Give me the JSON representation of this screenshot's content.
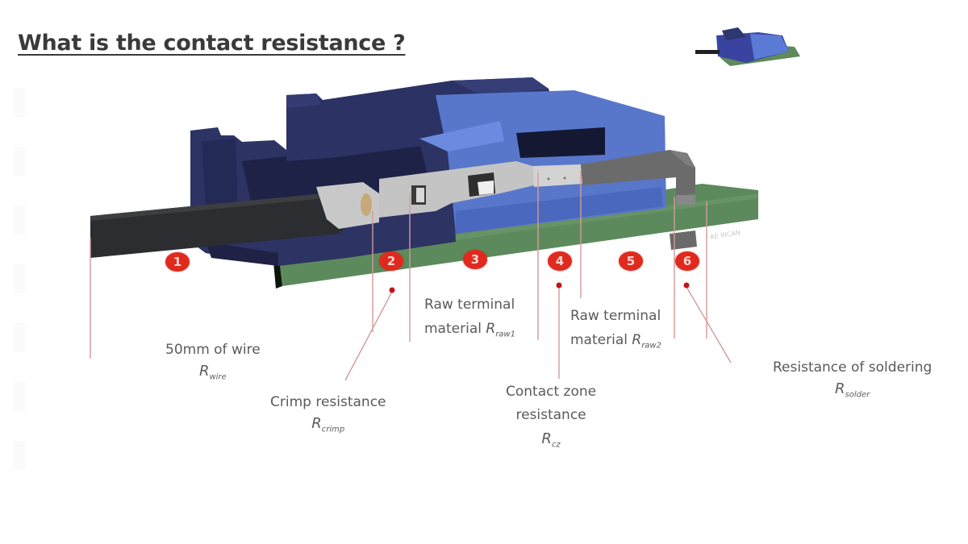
{
  "slide": {
    "title": "What is the contact resistance ?"
  },
  "diagram": {
    "subject": "wire-to-board connector cutaway",
    "colors": {
      "housing_dark": "#2e3566",
      "housing_light": "#5b79cf",
      "pcb_green": "#5d8a5c",
      "wire": "#2e2f31",
      "terminal": "#c9c9c9",
      "pin": "#6b6b6b",
      "badge_red": "#e02a1e",
      "leader_line": "#d9a0a0"
    },
    "badges": [
      {
        "number": "1"
      },
      {
        "number": "2"
      },
      {
        "number": "3"
      },
      {
        "number": "4"
      },
      {
        "number": "5"
      },
      {
        "number": "6"
      }
    ],
    "labels": [
      {
        "id": "wire",
        "text": "50mm of wire",
        "symbol_base": "R",
        "symbol_sub": "wire"
      },
      {
        "id": "crimp",
        "text": "Crimp resistance",
        "symbol_base": "R",
        "symbol_sub": "crimp"
      },
      {
        "id": "raw1",
        "line1": "Raw terminal",
        "line2_prefix": "material",
        "symbol_base": "R",
        "symbol_sub": "raw1"
      },
      {
        "id": "contact",
        "line1": "Contact zone",
        "line2": "resistance",
        "symbol_base": "R",
        "symbol_sub": "cz"
      },
      {
        "id": "raw2",
        "line1": "Raw terminal",
        "line2_prefix": "material",
        "symbol_base": "R",
        "symbol_sub": "raw2"
      },
      {
        "id": "solder",
        "text": "Resistance of soldering",
        "symbol_base": "R",
        "symbol_sub": "solder"
      }
    ],
    "watermark": "AE WCAN"
  }
}
